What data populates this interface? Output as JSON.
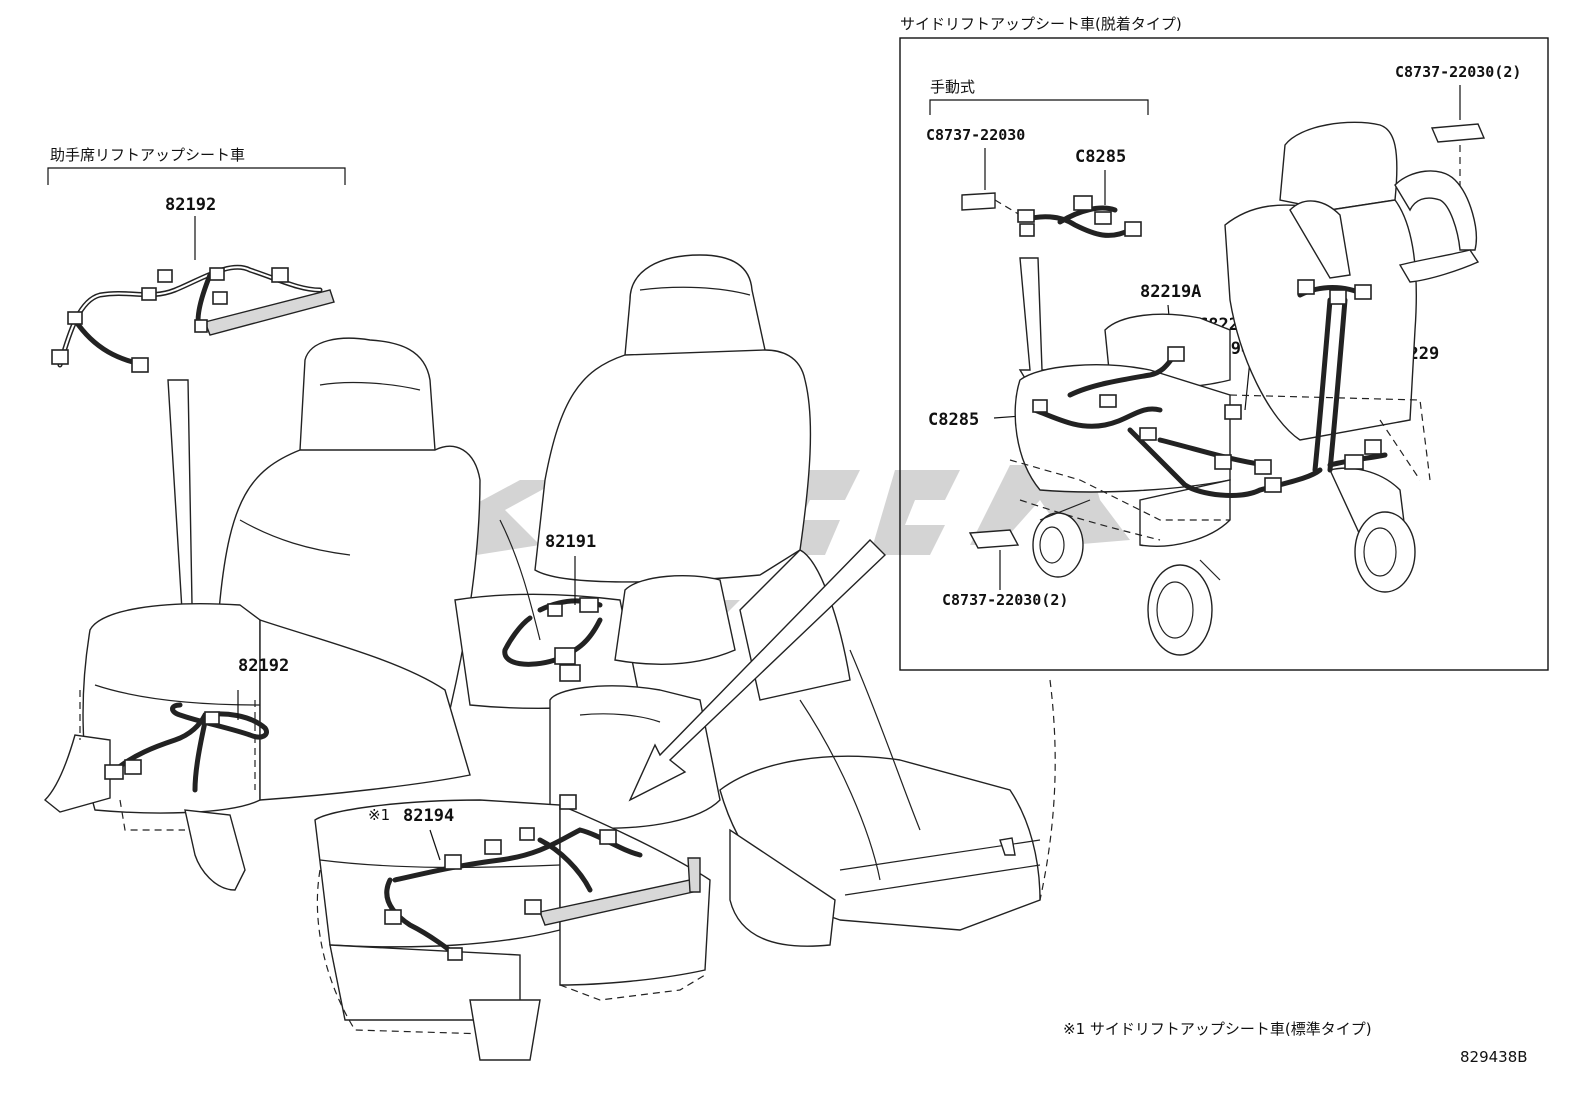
{
  "labels": {
    "passenger_liftup": "助手席リフトアップシート車",
    "side_liftup_removable": "サイドリフトアップシート車(脱着タイプ)",
    "manual_type": "手動式",
    "footnote": "※1 サイドリフトアップシート車(標準タイプ)",
    "figure_id": "829438B",
    "note_mark": "※1"
  },
  "parts": {
    "p82192_top": "82192",
    "p82192_seat": "82192",
    "p82191": "82191",
    "p82194_front": "82194",
    "c8737_manual": "C8737-22030",
    "c8285_manual": "C8285",
    "c8737_top_right": "C8737-22030(2)",
    "p82219a": "82219A",
    "c8229a": "C8229A",
    "p82194_box": "82194",
    "c8229": "C8229",
    "c8285_box": "C8285",
    "c8737_bottom": "C8737-22030(2)"
  }
}
